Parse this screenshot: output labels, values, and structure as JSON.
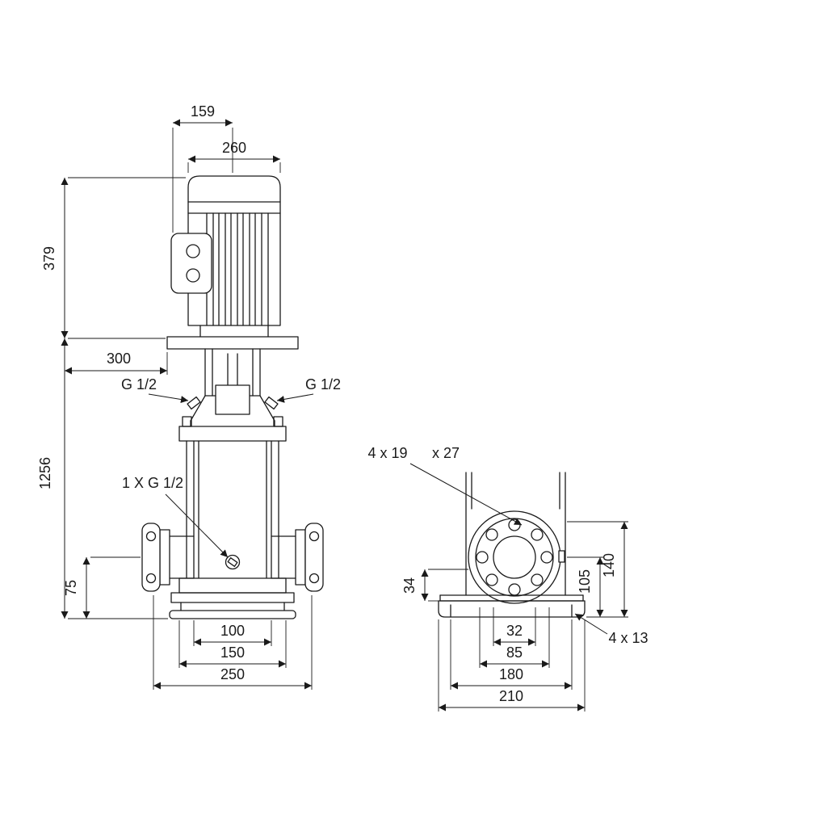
{
  "drawing": {
    "type": "pump-dimensional-drawing",
    "views": [
      "front",
      "side"
    ]
  },
  "colors": {
    "line": "#1a1a1a",
    "background": "#ffffff"
  },
  "front_view": {
    "dim_159": "159",
    "dim_260": "260",
    "dim_379": "379",
    "dim_300": "300",
    "dim_1256": "1256",
    "dim_75": "75",
    "dim_100": "100",
    "dim_150": "150",
    "dim_250": "250",
    "label_g12_left": "G 1/2",
    "label_g12_right": "G 1/2",
    "label_drain": "1 X G 1/2"
  },
  "side_view": {
    "label_holes_1": "4 x 19",
    "label_holes_2": "x 27",
    "dim_34": "34",
    "dim_105": "105",
    "dim_140": "140",
    "dim_32": "32",
    "dim_85": "85",
    "dim_180": "180",
    "dim_210": "210",
    "label_base_holes": "4 x 13"
  }
}
